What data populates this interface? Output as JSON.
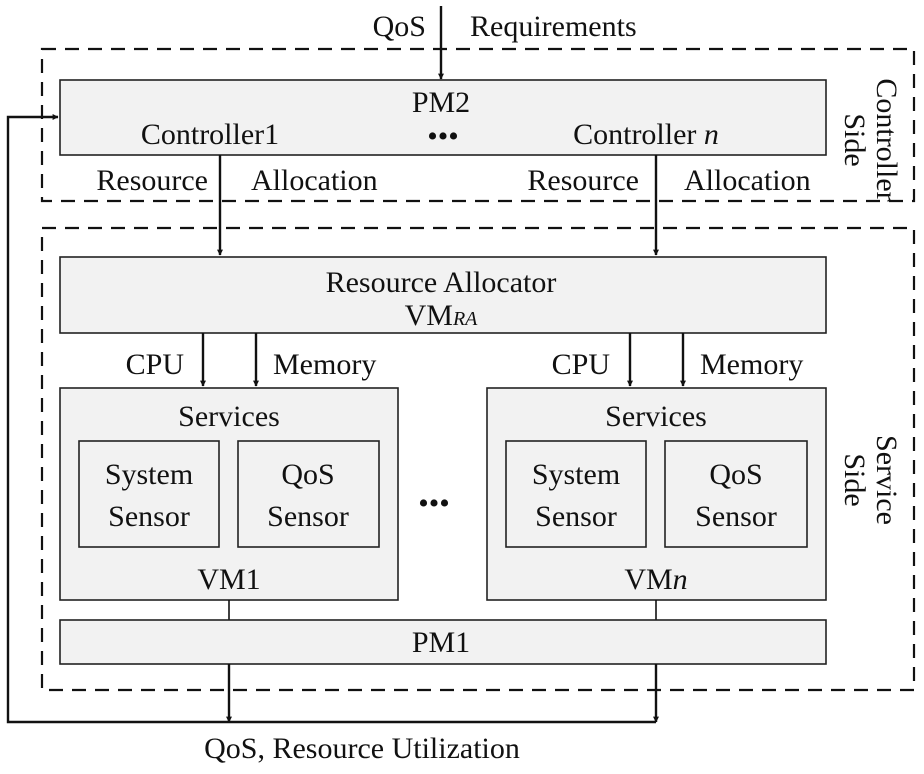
{
  "top_input": {
    "left": "QoS",
    "right": "Requirements"
  },
  "controller_side": {
    "side_label": [
      "Controller",
      "Side"
    ],
    "pm_title": "PM2",
    "controller_1": "Controller1",
    "controller_n_prefix": "Controller ",
    "controller_n_var": "n",
    "ellipsis": "•••"
  },
  "resource_allocation": {
    "left": [
      "Resource",
      "Allocation"
    ],
    "right": [
      "Resource",
      "Allocation"
    ]
  },
  "service_side": {
    "side_label": [
      "Service",
      "Side"
    ],
    "allocator_title": "Resource Allocator",
    "allocator_vm_base": "VM",
    "allocator_vm_sub": "RA",
    "links": {
      "cpu": "CPU",
      "memory": "Memory"
    },
    "vm1": {
      "services": "Services",
      "system_sensor": [
        "System",
        "Sensor"
      ],
      "qos_sensor": [
        "QoS",
        "Sensor"
      ],
      "name": "VM1"
    },
    "vmn": {
      "services": "Services",
      "system_sensor": [
        "System",
        "Sensor"
      ],
      "qos_sensor": [
        "QoS",
        "Sensor"
      ],
      "name_base": "VM",
      "name_var": "n"
    },
    "ellipsis": "•••",
    "pm_title": "PM1"
  },
  "bottom_output": "QoS, Resource Utilization",
  "colors": {
    "box_fill": "#f2f2f2",
    "stroke": "#111111",
    "background": "#ffffff"
  }
}
